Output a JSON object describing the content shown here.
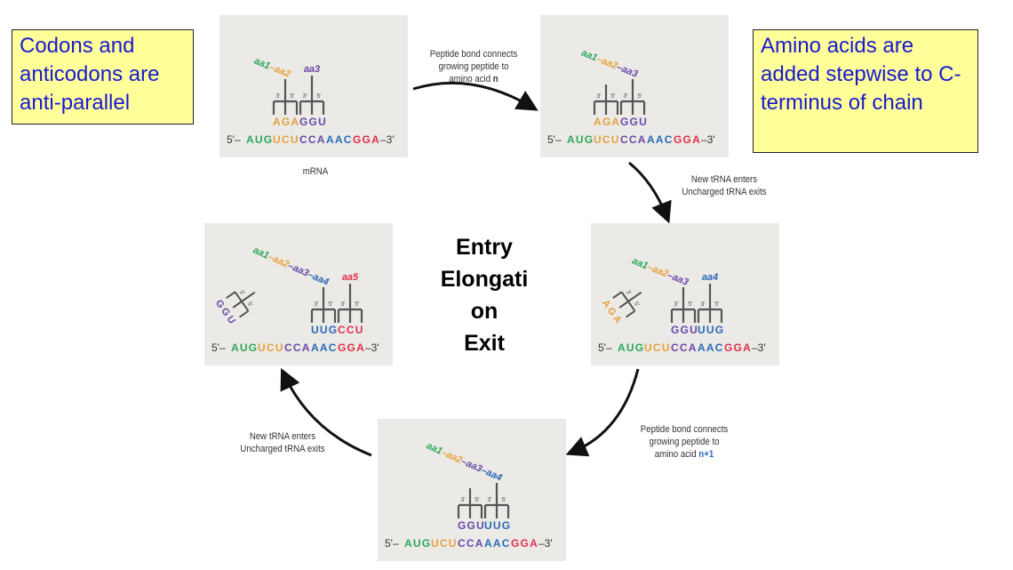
{
  "notes": {
    "left": "Codons and anticodons are anti-parallel",
    "right": "Amino acids are added stepwise to C-terminus of chain"
  },
  "center_label": [
    "Entry",
    "Elongati",
    "on",
    "Exit"
  ],
  "mrna_caption": "mRNA",
  "colors": {
    "green": "#2aa85a",
    "orange": "#e8a03c",
    "purple": "#6a48a8",
    "blue": "#2a6ab8",
    "red": "#e0304a",
    "grey": "#555555"
  },
  "mrna": {
    "prefix": "5'–",
    "suffix": "–3'",
    "codons": [
      {
        "bases": "AUG",
        "color": "green"
      },
      {
        "bases": "UCU",
        "color": "orange"
      },
      {
        "bases": "CCA",
        "color": "purple"
      },
      {
        "bases": "AAC",
        "color": "blue"
      },
      {
        "bases": "GGA",
        "color": "red"
      }
    ]
  },
  "panels": [
    {
      "id": "step1",
      "chain": [
        {
          "label": "aa1",
          "color": "green"
        },
        {
          "label": "aa2",
          "color": "orange"
        }
      ],
      "trnas": [
        {
          "codon": 1,
          "anticodon": "AGA",
          "color": "orange",
          "carries_chain": true
        },
        {
          "codon": 2,
          "anticodon": "GGU",
          "color": "purple",
          "aa": {
            "label": "aa3",
            "color": "purple"
          }
        }
      ]
    },
    {
      "id": "step2",
      "chain": [
        {
          "label": "aa1",
          "color": "green"
        },
        {
          "label": "aa2",
          "color": "orange"
        },
        {
          "label": "aa3",
          "color": "purple"
        }
      ],
      "trnas": [
        {
          "codon": 1,
          "anticodon": "AGA",
          "color": "orange"
        },
        {
          "codon": 2,
          "anticodon": "GGU",
          "color": "purple",
          "carries_chain": true
        }
      ]
    },
    {
      "id": "step3",
      "chain": [
        {
          "label": "aa1",
          "color": "green"
        },
        {
          "label": "aa2",
          "color": "orange"
        },
        {
          "label": "aa3",
          "color": "purple"
        }
      ],
      "exiting": {
        "anticodon": "AGA",
        "color": "orange"
      },
      "trnas": [
        {
          "codon": 2,
          "anticodon": "GGU",
          "color": "purple",
          "carries_chain": true
        },
        {
          "codon": 3,
          "anticodon": "UUG",
          "color": "blue",
          "aa": {
            "label": "aa4",
            "color": "blue"
          }
        }
      ]
    },
    {
      "id": "step4",
      "chain": [
        {
          "label": "aa1",
          "color": "green"
        },
        {
          "label": "aa2",
          "color": "orange"
        },
        {
          "label": "aa3",
          "color": "purple"
        },
        {
          "label": "aa4",
          "color": "blue"
        }
      ],
      "trnas": [
        {
          "codon": 2,
          "anticodon": "GGU",
          "color": "purple"
        },
        {
          "codon": 3,
          "anticodon": "UUG",
          "color": "blue",
          "carries_chain": true
        }
      ]
    },
    {
      "id": "step5",
      "chain": [
        {
          "label": "aa1",
          "color": "green"
        },
        {
          "label": "aa2",
          "color": "orange"
        },
        {
          "label": "aa3",
          "color": "purple"
        },
        {
          "label": "aa4",
          "color": "blue"
        }
      ],
      "exiting": {
        "anticodon": "GGU",
        "color": "purple"
      },
      "trnas": [
        {
          "codon": 3,
          "anticodon": "UUG",
          "color": "blue",
          "carries_chain": true
        },
        {
          "codon": 4,
          "anticodon": "CCU",
          "color": "red",
          "aa": {
            "label": "aa5",
            "color": "red"
          }
        }
      ]
    }
  ],
  "arrows": {
    "a1": {
      "lines": [
        "Peptide bond connects",
        "growing peptide to",
        "amino acid "
      ],
      "highlight": "n"
    },
    "a2": {
      "lines": [
        "New tRNA enters",
        "Uncharged tRNA exits"
      ]
    },
    "a3": {
      "lines": [
        "Peptide bond connects",
        "growing peptide to",
        "amino acid "
      ],
      "highlight": "n+1"
    },
    "a4": {
      "lines": [
        "New tRNA enters",
        "Uncharged tRNA exits"
      ]
    }
  }
}
